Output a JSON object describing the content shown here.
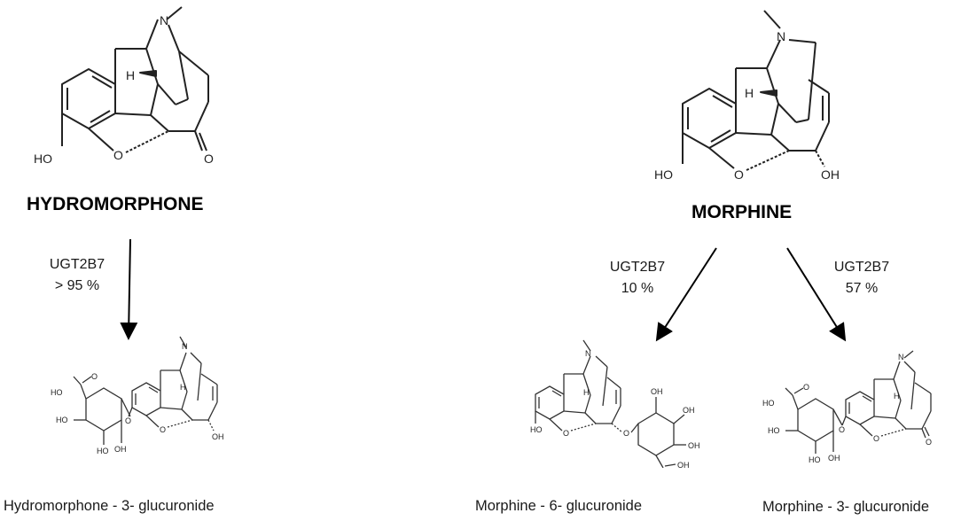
{
  "compounds": {
    "hydromorphone": {
      "name": "HYDROMORPHONE"
    },
    "morphine": {
      "name": "MORPHINE"
    }
  },
  "atoms": {
    "n": "N",
    "h": "H",
    "o": "O",
    "ho": "HO",
    "oh": "OH"
  },
  "pathways": [
    {
      "enzyme": "UGT2B7",
      "fraction": "> 95 %",
      "product": "Hydromorphone - 3- glucuronide"
    },
    {
      "enzyme": "UGT2B7",
      "fraction": "10 %",
      "product": "Morphine - 6- glucuronide"
    },
    {
      "enzyme": "UGT2B7",
      "fraction": "57 %",
      "product": "Morphine - 3- glucuronide"
    }
  ],
  "colors": {
    "bond": "#222222",
    "arrow": "#000000",
    "text": "#1a1a1a"
  }
}
